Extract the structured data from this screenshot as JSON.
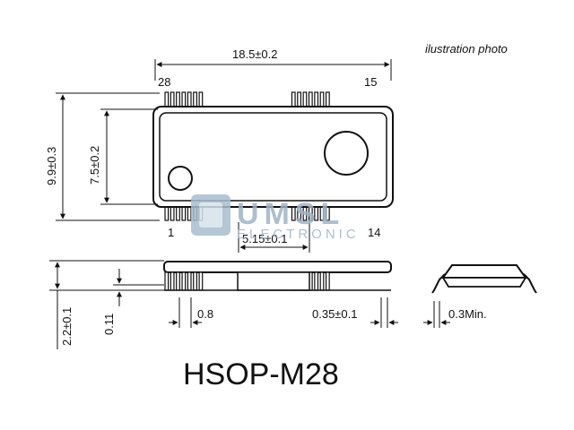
{
  "caption": "ilustration photo",
  "title": "HSOP-M28",
  "pins": {
    "top_left": "28",
    "top_right": "15",
    "bottom_left": "1",
    "bottom_right": "14"
  },
  "dimensions": {
    "length": "18.5±0.2",
    "width": "9.9±0.3",
    "body_width": "7.5±0.2",
    "heat_slug": "5.15±0.1",
    "height": "2.2±0.1",
    "standoff": "0.11",
    "pitch": "0.8",
    "lead_width": "0.35±0.1",
    "lead_length": "0.3Min."
  },
  "watermark": {
    "brand": "UMSL",
    "sub": "ELECTRONIC"
  },
  "colors": {
    "ink": "#111111",
    "watermark": "#9fb4c6"
  }
}
